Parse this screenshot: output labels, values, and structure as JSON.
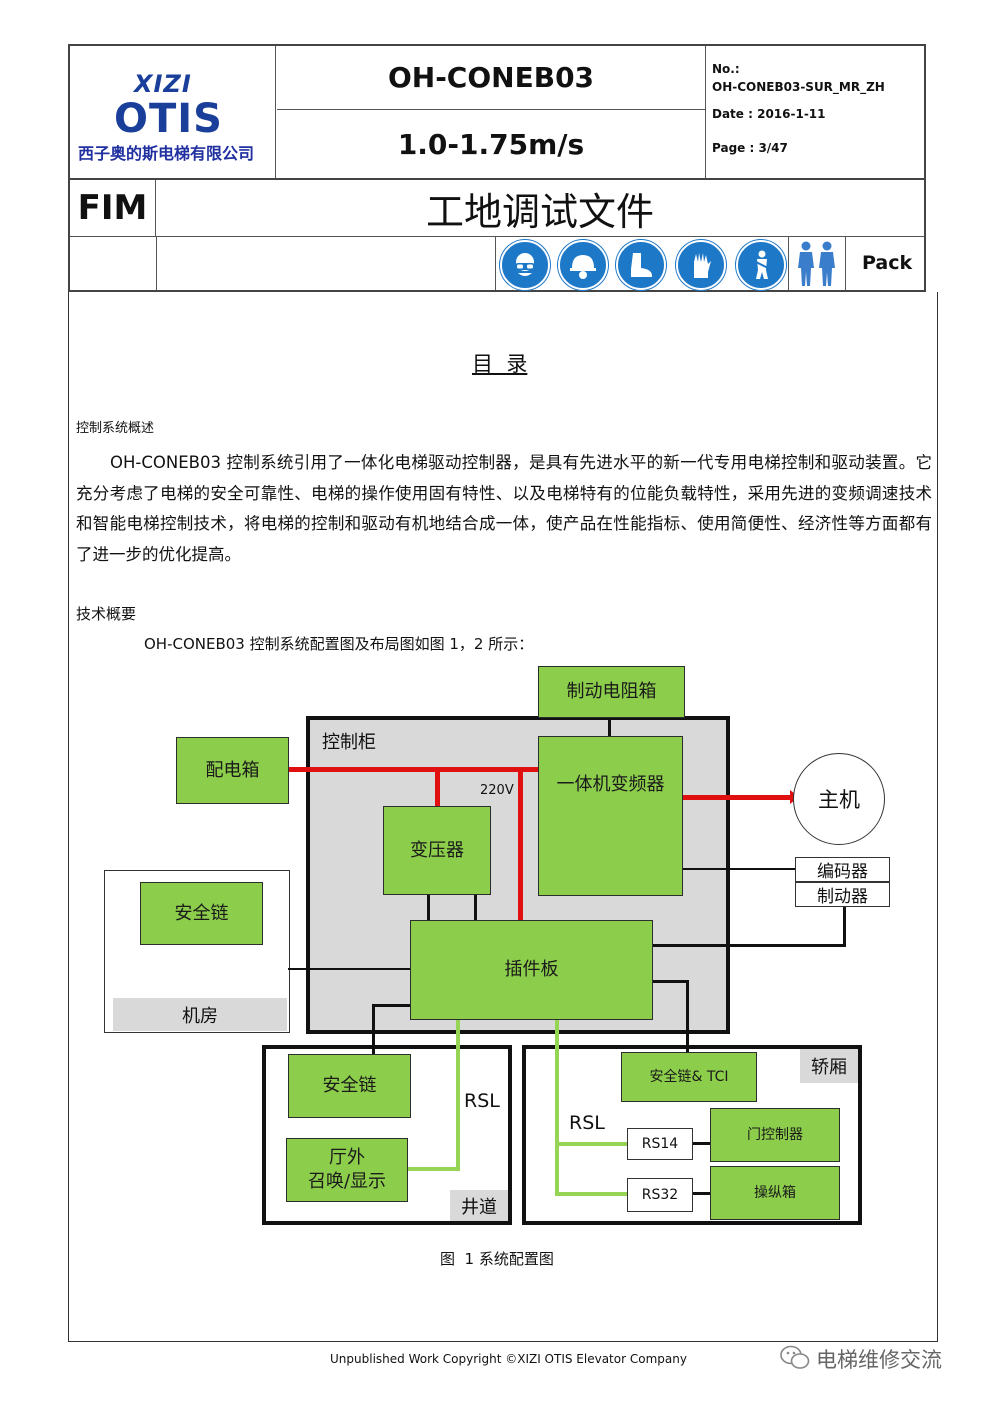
{
  "header": {
    "logo_top": "XIZI",
    "logo_main": "OTIS",
    "company": "西子奥的斯电梯有限公司",
    "doc_code": "OH-CONEB03",
    "speed": "1.0-1.75m/s",
    "no_label": "No.:",
    "no_value": "OH-CONEB03-SUR_MR_ZH",
    "date": "Date : 2016-1-11",
    "page": "Page : 3/47",
    "fim": "FIM",
    "title": "工地调试文件",
    "pack": "Pack",
    "icons": [
      "goggles-icon",
      "helmet-icon",
      "safety-boot-icon",
      "glove-icon",
      "harness-icon",
      "persons-icon"
    ]
  },
  "content": {
    "toc_title": "目  录",
    "section1": "控制系统概述",
    "para1": "OH-CONEB03 控制系统引用了一体化电梯驱动控制器，是具有先进水平的新一代专用电梯控制和驱动装置。它充分考虑了电梯的安全可靠性、电梯的操作使用固有特性、以及电梯特有的位能负载特性，采用先进的变频调速技术和智能电梯控制技术，将电梯的控制和驱动有机地结合成一体，使产品在性能指标、使用简便性、经济性等方面都有了进一步的优化提高。",
    "section2": "技术概要",
    "para2": "OH-CONEB03 控制系统配置图及布局图如图 1，2 所示："
  },
  "diagram": {
    "brake_resistor": "制动电阻箱",
    "control_cabinet": "控制柜",
    "distribution_box": "配电箱",
    "inverter": "一体机变频器",
    "voltage": "220V",
    "main_machine": "主机",
    "transformer": "变压器",
    "encoder": "编码器",
    "brake": "制动器",
    "safety_chain_room": "安全链",
    "plug_board": "插件板",
    "machine_room": "机房",
    "safety_chain_shaft": "安全链",
    "rsl_shaft": "RSL",
    "hall_call": "厅外\n召唤/显示",
    "shaft": "井道",
    "car_safety": "安全链& TCI",
    "car": "轿厢",
    "rsl_car": "RSL",
    "rs14": "RS14",
    "door_controller": "门控制器",
    "rs32": "RS32",
    "cop": "操纵箱",
    "caption": "图  1 系统配置图"
  },
  "footer": {
    "copyright": "Unpublished Work Copyright ©XIZI OTIS Elevator Company",
    "watermark": "电梯维修交流"
  },
  "colors": {
    "green": "#8ccd4b",
    "red": "#e01010",
    "ppe_blue": "#1e78c8",
    "cabinet_gray": "#d9d9d9"
  }
}
